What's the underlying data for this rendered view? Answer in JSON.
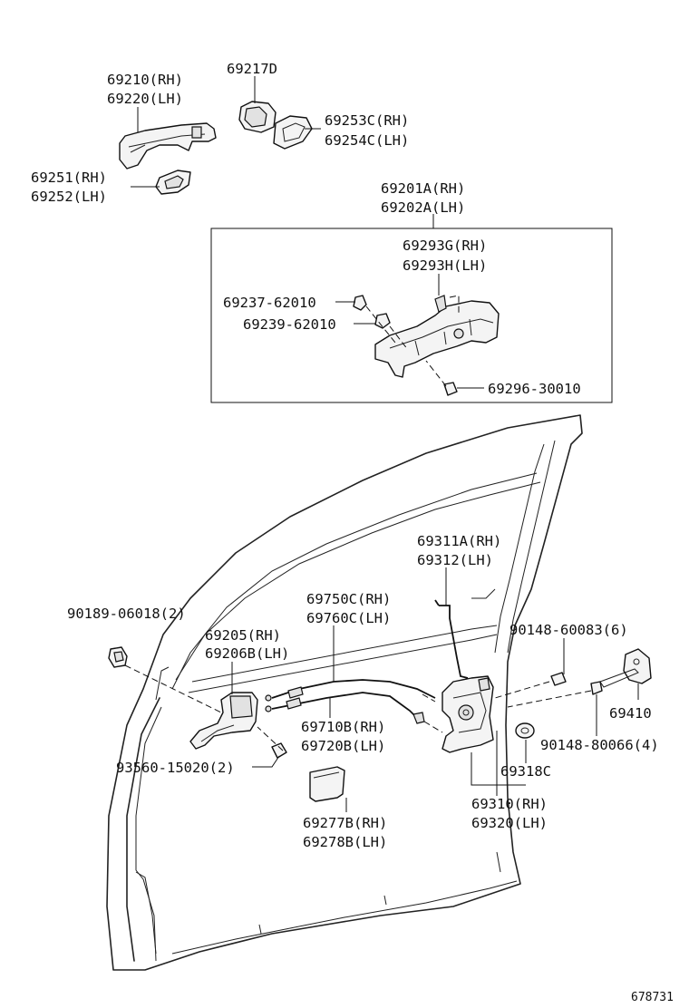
{
  "title": "",
  "labels": {
    "handle_outer_rh": "69210(RH)",
    "handle_outer_lh": "69220(LH)",
    "cylinder": "69217D",
    "pad_front_rh": "69253C(RH)",
    "pad_front_lh": "69254C(LH)",
    "pad_rear_rh": "69251(RH)",
    "pad_rear_lh": "69252(LH)",
    "frame_assy_rh": "69201A(RH)",
    "frame_assy_lh": "69202A(LH)",
    "frame_sub_rh": "69293G(RH)",
    "frame_sub_lh": "69293H(LH)",
    "clip_a": "69237-62010",
    "clip_b": "69239-62010",
    "frame_screw": "69296-30010",
    "lock_rod_rh": "69311A(RH)",
    "lock_rod_lh": "69312(LH)",
    "inner_cable_rh": "69750C(RH)",
    "inner_cable_lh": "69760C(LH)",
    "nut_clip": "90189-06018(2)",
    "inner_handle_rh": "69205(RH)",
    "inner_handle_lh": "69206B(LH)",
    "striker_screw": "90148-60083(6)",
    "striker": "69410",
    "lock_cable_rh": "69710B(RH)",
    "lock_cable_lh": "69720B(LH)",
    "striker_screw_b": "90148-80066(4)",
    "screw_inner": "93560-15020(2)",
    "grommet": "69318C",
    "cover_rh": "69277B(RH)",
    "cover_lh": "69278B(LH)",
    "lock_assy_rh": "69310(RH)",
    "lock_assy_lh": "69320(LH)",
    "figure_no": "678731"
  }
}
